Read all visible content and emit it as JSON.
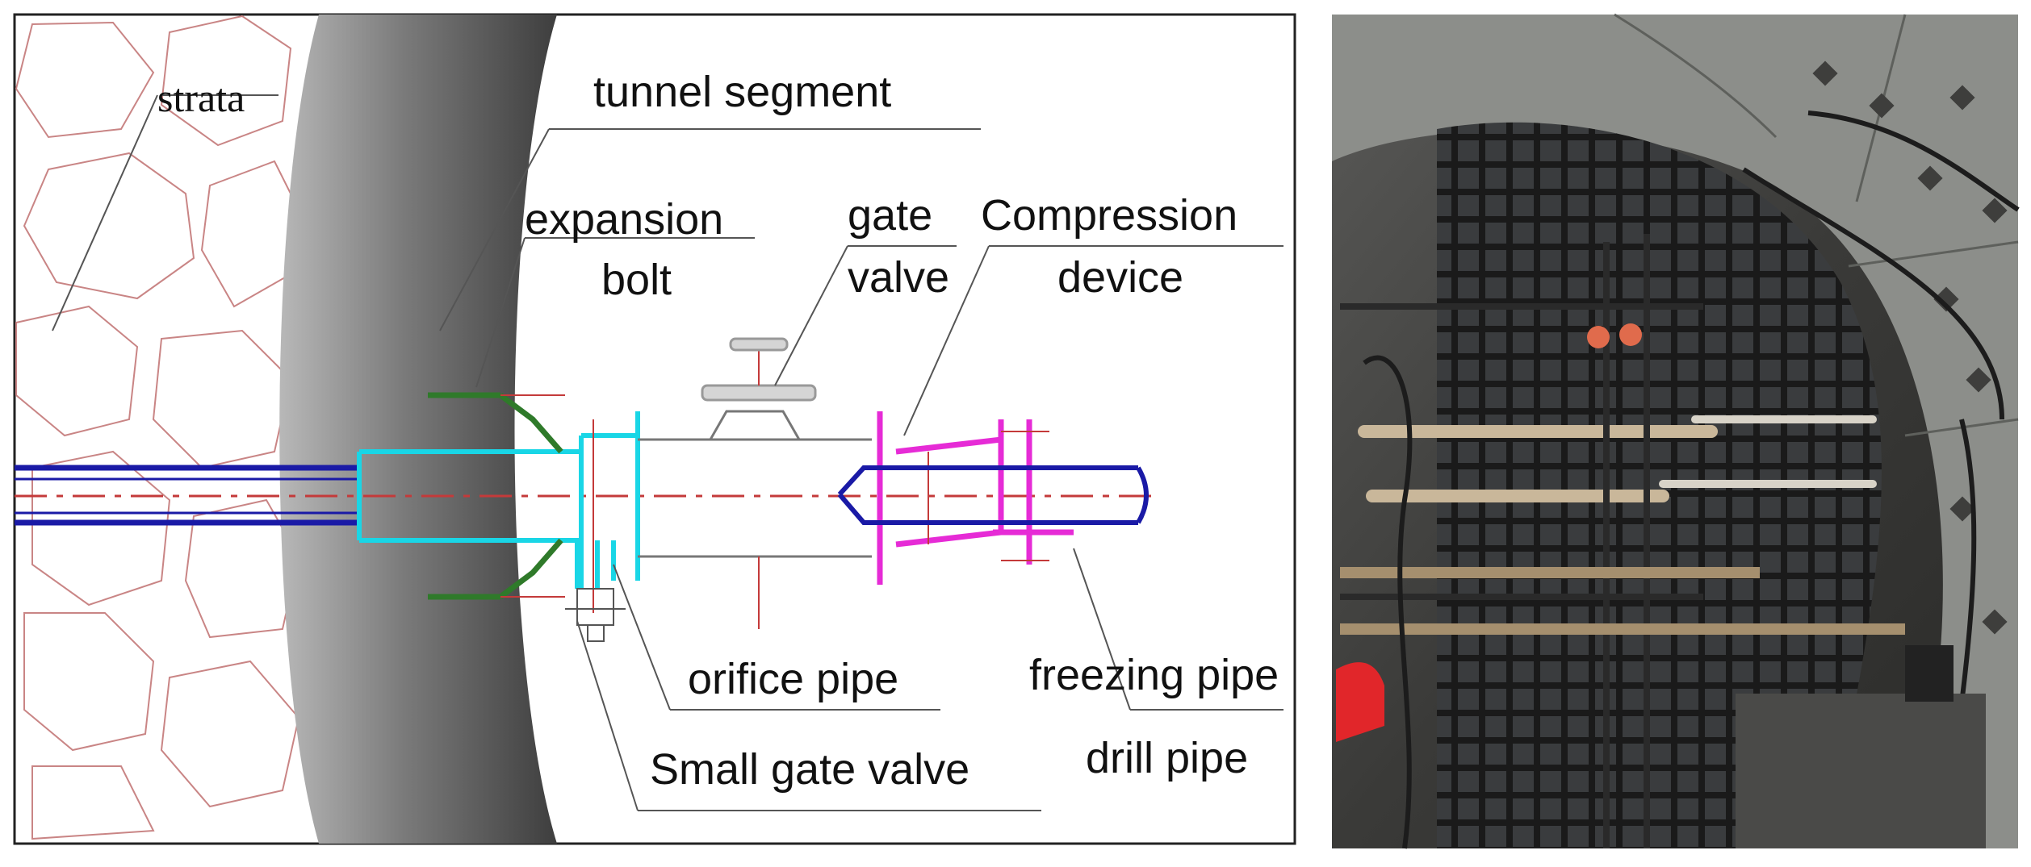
{
  "diagram": {
    "labels": {
      "strata": "strata",
      "tunnel_segment": "tunnel segment",
      "expansion": "expansion",
      "bolt": "bolt",
      "gate": "gate",
      "valve": "valve",
      "compression": "Compression",
      "device": "device",
      "orifice_pipe": "orifice pipe",
      "freezing_pipe": "freezing pipe",
      "small_gate_valve": "Small gate valve",
      "drill_pipe": "drill pipe"
    },
    "colors": {
      "drill_pipe": "#1a1aa6",
      "orifice_pipe": "#19d6e6",
      "compression_device": "#e62bd6",
      "expansion_bolt": "#2f7a2a",
      "centerline": "#c43a3a",
      "strata_outline": "#c98585",
      "segment_dark": "#4a4a4a",
      "segment_light": "#b3b3b3"
    }
  },
  "photo": {
    "description_icon": "tunnel-photo"
  }
}
